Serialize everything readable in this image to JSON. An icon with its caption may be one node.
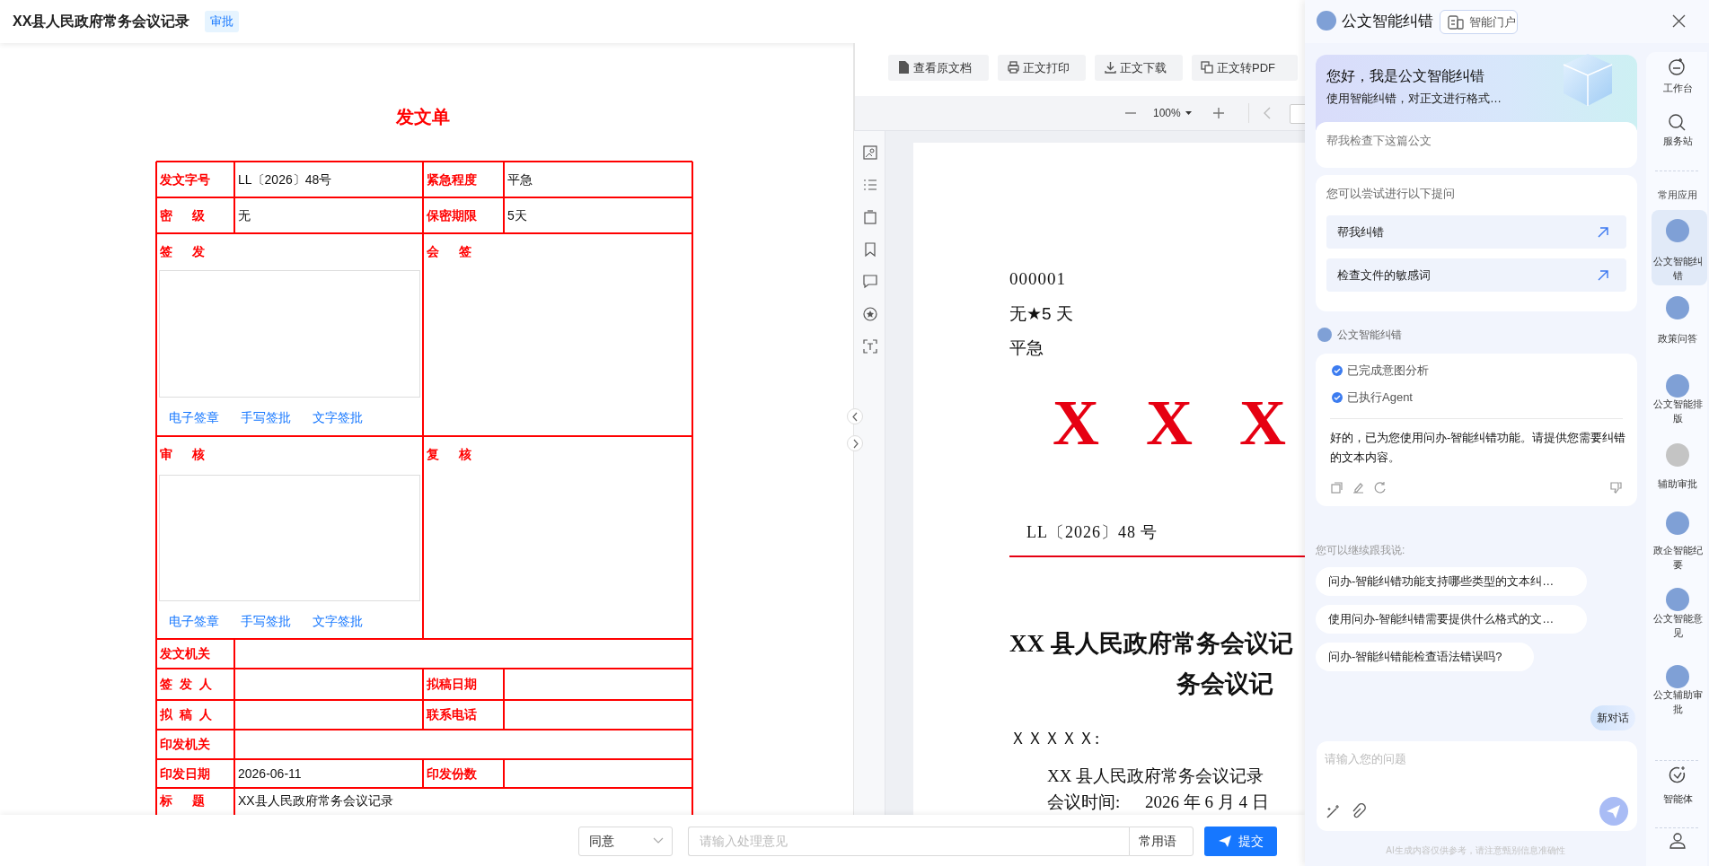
{
  "diagram": {
    "title": "XX县人民政府常务会议记录",
    "nodes": [
      {
        "text": [],
        "shape": "box"
      },
      {
        "text": [],
        "shape": "box"
      }
    ],
    "labels": [
      "审批",
      "发文单",
      "发文字号",
      "LL〔2026〕48号",
      "紧急程度",
      "平急",
      "密 级",
      "无",
      "保密期限",
      "5天",
      "签 发",
      "会 签",
      "电子签章",
      "手写签批",
      "文字签批",
      "审 核",
      "复 核",
      "电子签章",
      "手写签批",
      "文字签批",
      "发文机关",
      "签 发 人",
      "拟稿日期",
      "拟 稿 人",
      "联系电话",
      "印发机关",
      "印发日期",
      "2026-06-11",
      "印发份数",
      "标 题",
      "XX县人民政府常务会议记录",
      "查看原文档",
      "正文打印",
      "正文下载",
      "正文转PDF",
      "100%",
      "000001",
      "无★5 天",
      "平急",
      "X X X",
      "LL〔2026〕48 号",
      "XX 县人民政府常务会议记",
      "务会议记",
      "ＸＸＸＸＸ:",
      "XX 县人民政府常务会议记录",
      "会议时间:",
      "2026 年 6 月 4 日",
      "同意",
      "请输入处理意见",
      "常用语",
      "提交",
      "公文智能纠错",
      "智能门户",
      "您好，我是公文智能纠错",
      "使用智能纠错，对正文进行格式…",
      "帮我检查下这篇公文",
      "您可以尝试进行以下提问",
      "帮我纠错",
      "检查文件的敏感词",
      "公文智能纠错",
      "已完成意图分析",
      "已执行Agent",
      "好的，已为您使用问办-智能纠错功能。请提供您需要纠错的文本内容。",
      "您可以继续跟我说:",
      "问办-智能纠错功能支持哪些类型的文本纠…",
      "使用问办-智能纠错需要提供什么格式的文…",
      "问办-智能纠错能检查语法错误吗?",
      "新对话",
      "请输入您的问题",
      "AI生成内容仅供参考，请注意甄别信息准确性",
      "工作台",
      "服务站",
      "常用应用",
      "公文智能纠错",
      "政策问答",
      "公文智能排版",
      "辅助审批",
      "政企智能纪要",
      "公文智能意见",
      "公文辅助审批",
      "智能体"
    ]
  }
}
